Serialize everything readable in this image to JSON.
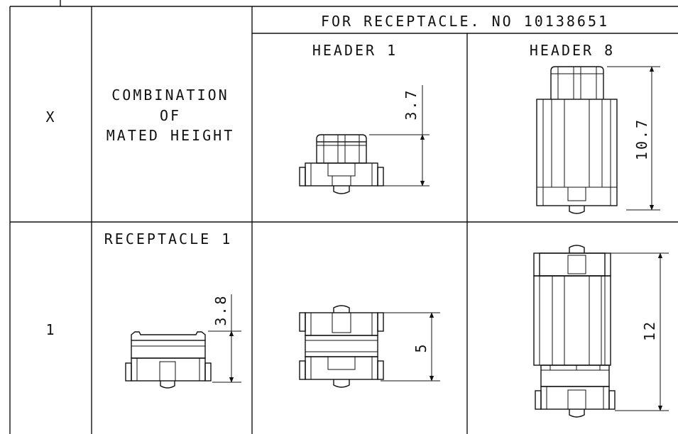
{
  "table": {
    "header_title": "FOR RECEPTACLE. NO 10138651",
    "columns": [
      "HEADER 1",
      "HEADER 8"
    ],
    "row_x": {
      "label": "X",
      "description": [
        "COMBINATION",
        "OF",
        "MATED HEIGHT"
      ],
      "dims": [
        "3.7",
        "10.7"
      ]
    },
    "row_1": {
      "label": "1",
      "receptacle_label": "RECEPTACLE 1",
      "dims": [
        "3.8",
        "5",
        "12"
      ]
    }
  }
}
